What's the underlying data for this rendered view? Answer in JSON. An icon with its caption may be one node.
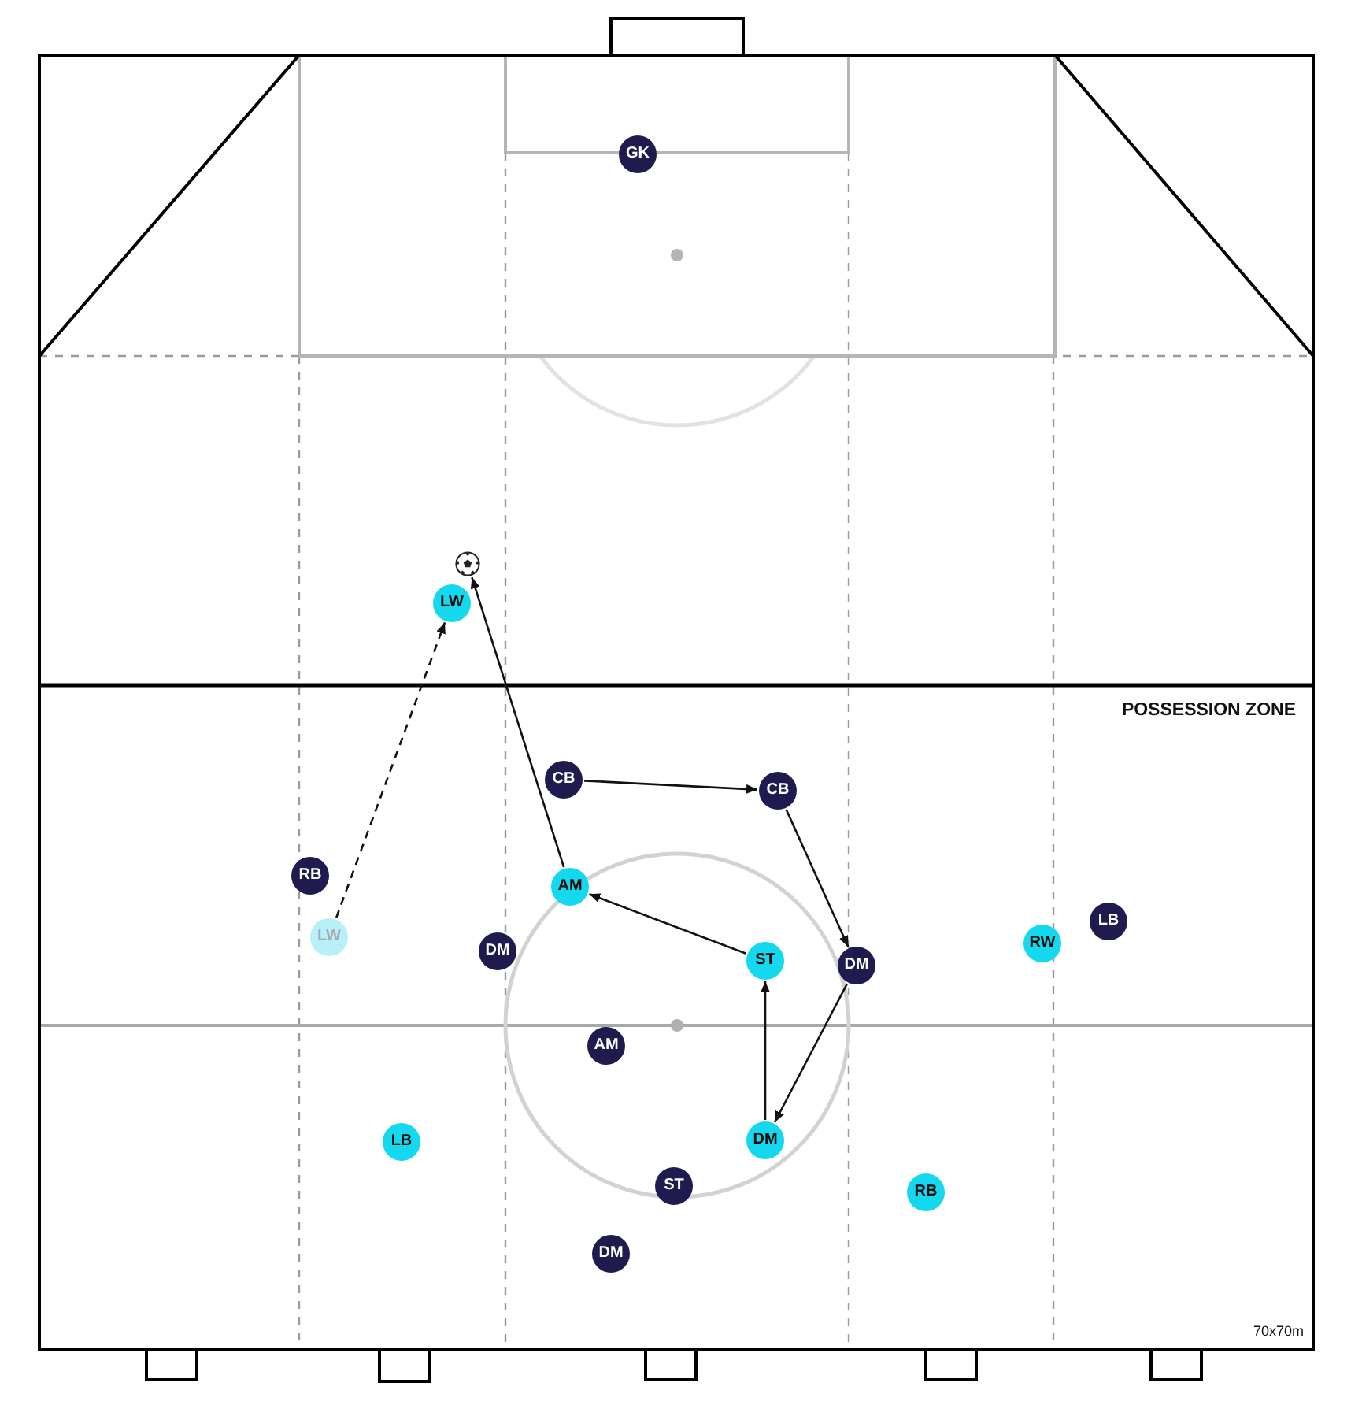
{
  "diagram": {
    "nodes": [
      {
        "text": [
          "GK"
        ]
      },
      {
        "text": [],
        "shape": "ball"
      },
      {
        "text": [
          "LW"
        ]
      },
      {
        "text": [
          "CB"
        ]
      },
      {
        "text": [
          "CB"
        ]
      },
      {
        "text": [
          "RB"
        ]
      },
      {
        "text": [
          "AM"
        ]
      },
      {
        "text": [
          "LB"
        ]
      },
      {
        "text": [
          "LW"
        ]
      },
      {
        "text": [
          "RW"
        ]
      },
      {
        "text": [
          "DM"
        ]
      },
      {
        "text": [
          "ST"
        ]
      },
      {
        "text": [
          "DM"
        ]
      },
      {
        "text": [
          "AM"
        ]
      },
      {
        "text": [
          "LB"
        ]
      },
      {
        "text": [
          "DM"
        ]
      },
      {
        "text": [
          "ST"
        ]
      },
      {
        "text": [
          "RB"
        ]
      },
      {
        "text": [
          "DM"
        ]
      }
    ],
    "edges": [
      {
        "from": 3,
        "to": 4,
        "arrow": "to"
      },
      {
        "from": 4,
        "to": 12,
        "arrow": "to"
      },
      {
        "from": 12,
        "to": 15,
        "arrow": "to"
      },
      {
        "from": 15,
        "to": 11,
        "arrow": "to"
      },
      {
        "from": 11,
        "to": 6,
        "arrow": "to"
      },
      {
        "from": 6,
        "to": 1,
        "arrow": "to"
      },
      {
        "from": 8,
        "to": 2,
        "arrow": "to",
        "style": "dashed"
      }
    ],
    "labels": [
      "POSSESSION ZONE",
      "70x70m"
    ]
  }
}
